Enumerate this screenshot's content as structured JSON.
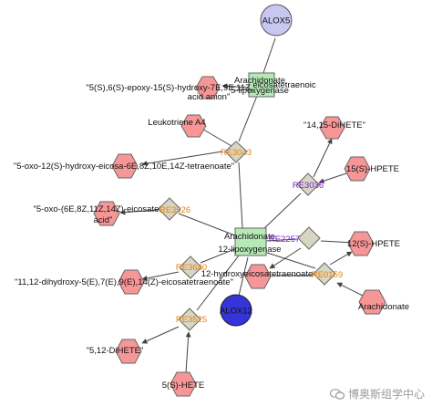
{
  "colors": {
    "gene_light": "#c7c7f2",
    "gene_dark": "#3434d9",
    "enzyme": "#b6e9b6",
    "compound": "#f79696",
    "reaction": "#d6d6c2",
    "edge": "#444444",
    "reaction_label_orange": "#e8820c",
    "reaction_label_purple": "#7a1fd6"
  },
  "nodes": {
    "alox5": "ALOX5",
    "alox12": "ALOX12",
    "enzyme_5lox_l1": "Arachidonate",
    "enzyme_5lox_l2": "5-lipoxygenase",
    "enzyme_12lox_l1": "Arachidonate",
    "enzyme_12lox_l2": "12-lipoxygenase",
    "epoxy_l1": "\"5(S),6(S)-epoxy-15(S)-hydroxy-7E,9E,11Z,",
    "epoxy_l2": "acid anion\"",
    "eicosatetraenoic": "eicosatetraenoic",
    "leukotriene": "Leukotriene A4",
    "oxo12_hydroxy": "\"5-oxo-12(S)-hydroxy-eicosa-6E,8Z,10E,14Z-tetraenoate\"",
    "oxo_eicosa_l1": "\"5-oxo-(6E,8Z,11Z,14Z)-eicosatetra",
    "oxo_eicosa_l2": "acid\"",
    "dihete_14_15": "\"14,15-DiHETE\"",
    "hpete_15s": "15(S)-HPETE",
    "hpete_12s": "12(S)-HPETE",
    "hydroxyeicosa_12": "12-hydroxyeicosatetraenoate",
    "dihydroxy_11_12": "\"11,12-dihydroxy-5(E),7(E),9(E),14(Z)-eicosatetraenoate\"",
    "arachidonate": "Arachidonate",
    "dihete_5_12": "\"5,12-DiHETE\"",
    "hete_5s": "5(S)-HETE"
  },
  "reactions": {
    "re3043": "RE3043",
    "re3526": "RE3526",
    "re3640": "RE3640",
    "re3525": "RE3525",
    "re3036": "RE3036",
    "re2257": "RE2257",
    "re0159": "RE0159"
  },
  "watermark": "博奥斯组学中心"
}
